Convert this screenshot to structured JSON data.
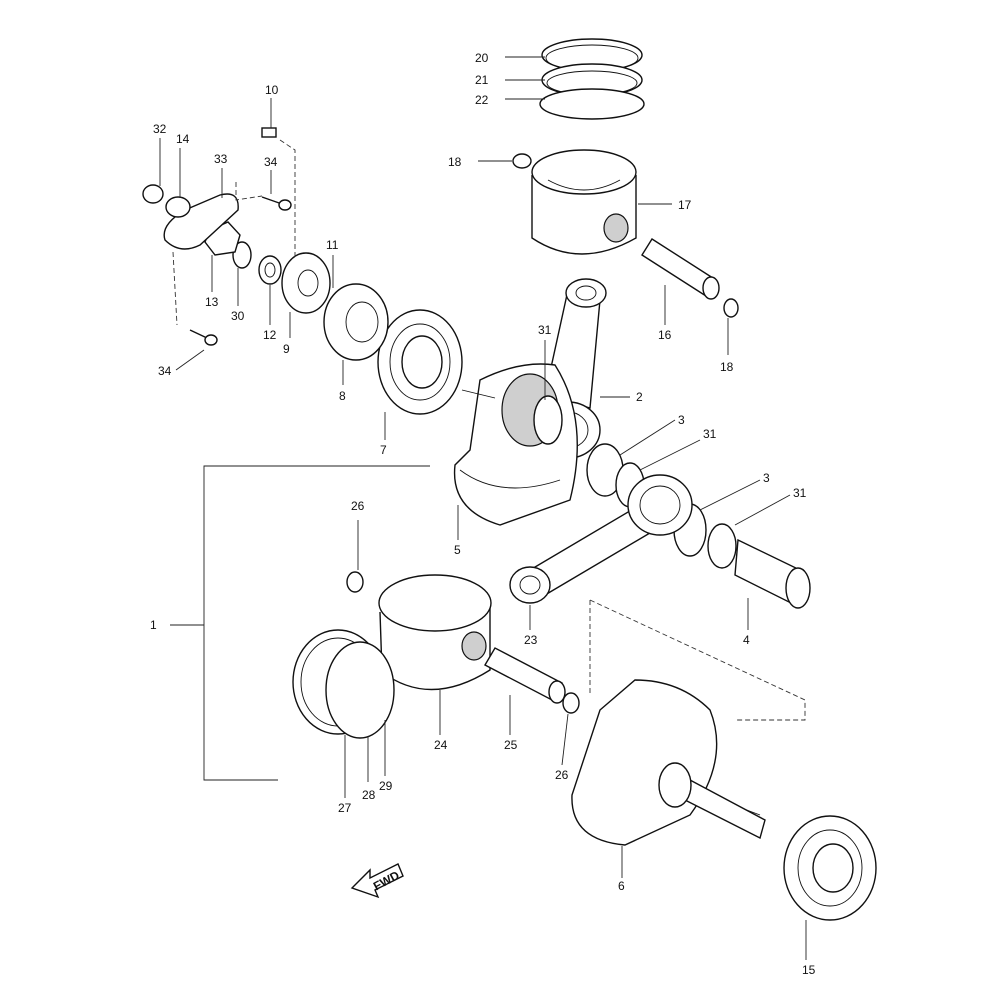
{
  "diagram": {
    "callouts": [
      "1",
      "2",
      "3",
      "3",
      "4",
      "5",
      "6",
      "7",
      "8",
      "9",
      "10",
      "11",
      "12",
      "13",
      "14",
      "15",
      "16",
      "17",
      "18",
      "18",
      "20",
      "21",
      "22",
      "23",
      "24",
      "25",
      "26",
      "26",
      "27",
      "28",
      "29",
      "30",
      "31",
      "31",
      "31",
      "32",
      "33",
      "34",
      "34"
    ]
  },
  "fwd_label": "FWD",
  "icons": {
    "fwd_arrow": "fwd-arrow-icon"
  }
}
